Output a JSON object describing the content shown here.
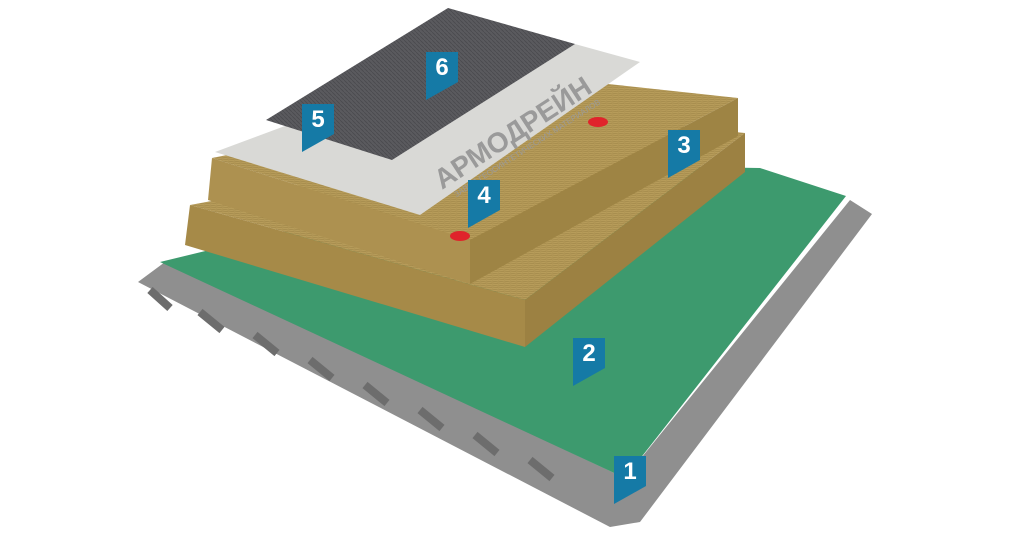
{
  "logo": {
    "brand": "АРМОДРЕЙН",
    "tagline": "ЗАВОД ГЕОСИНТЕТИЧЕСКИХ МАТЕРИАЛОВ"
  },
  "markers": [
    {
      "label": "1",
      "layer": "metal-deck"
    },
    {
      "label": "2",
      "layer": "vapor-barrier"
    },
    {
      "label": "3",
      "layer": "insulation"
    },
    {
      "label": "4",
      "layer": "fastener"
    },
    {
      "label": "5",
      "layer": "separation-geotextile"
    },
    {
      "label": "6",
      "layer": "waterproofing-membrane"
    }
  ],
  "colors": {
    "marker": "#157aa6",
    "membrane_green": "#3d9a6e",
    "insulation": "#b59a58",
    "deck": "#8d8d8d",
    "geotextile": "#d9d9d6",
    "top_membrane": "#555559",
    "fastener": "#e0242b"
  }
}
